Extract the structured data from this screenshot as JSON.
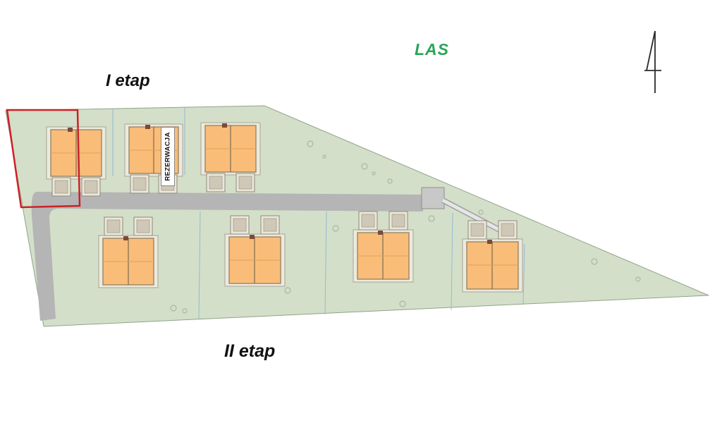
{
  "labels": {
    "forest": "LAS",
    "phase_1": "I etap",
    "phase_2": "II etap",
    "reservation": "REZERWACJA"
  },
  "plots": {
    "buildings_top_row": 3,
    "buildings_bottom_row": 4,
    "buildings_total": 7,
    "highlighted_plot": "red-outlined plot at left of phase I"
  },
  "colors": {
    "site_fill": "#d3dfc9",
    "site_stroke": "#93a28b",
    "road_fill": "#b5b5b5",
    "building_fill": "#f9bd79",
    "building_stroke": "#8a7a5a",
    "garage_fill": "#eae6da",
    "garage_stroke": "#8f8a7a",
    "garage_door": "#cfc8b6",
    "chimney": "#7b4a3a",
    "red_outline": "#cc2127",
    "label_green": "#2aa657",
    "label_black": "#111111",
    "blue_line": "#8ab4d6"
  }
}
